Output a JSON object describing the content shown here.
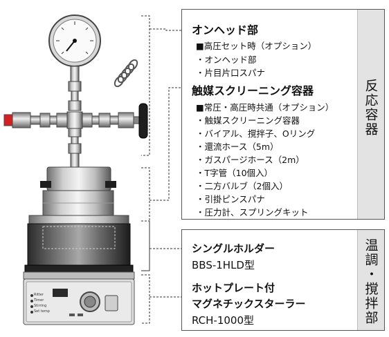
{
  "reactor_box": {
    "side_label": "反応容器",
    "onhead": {
      "title": "オンヘッド部",
      "option_line": "■高圧セット時（オプション）",
      "items": [
        "・オンヘッド部",
        "・片目片口スパナ"
      ]
    },
    "screening": {
      "title": "触媒スクリーニング容器",
      "option_line": "■常圧・高圧時共通（オプション）",
      "items": [
        "・触媒スクリーニング容器",
        "・バイアル、撹拌子、Oリング",
        "・還流ホース（5m）",
        "・ガスパージホース（2m）",
        "・T字管（10個入）",
        "・二方バルブ（2個入）",
        "・引掛ピンスパナ",
        "・圧力計、スプリングキット"
      ]
    }
  },
  "stirrer_box": {
    "side_label": "温調・撹拌部",
    "holder_title": "シングルホルダー",
    "holder_model": "BBS-1HLD型",
    "hotplate_title_1": "ホットプレート付",
    "hotplate_title_2": "マグネチックスターラー",
    "hotplate_model": "RCH-1000型"
  },
  "device_panel": {
    "lines": [
      "Ritter",
      "Timer",
      "Stirring",
      "Set temp"
    ]
  }
}
